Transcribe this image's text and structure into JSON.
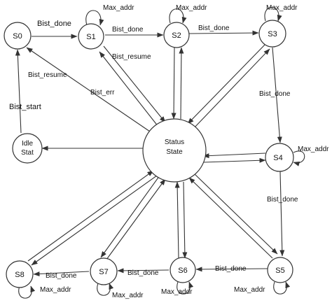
{
  "diagram": {
    "states": {
      "s0": "S0",
      "s1": "S1",
      "s2": "S2",
      "s3": "S3",
      "s4": "S4",
      "s5": "S5",
      "s6": "S6",
      "s7": "S7",
      "s8": "S8",
      "idle_line1": "Idle",
      "idle_line2": "Stat",
      "status_line1": "Status",
      "status_line2": "State"
    },
    "labels": {
      "bist_done": "Bist_done",
      "max_addr": "Max_addr",
      "bist_resume": "Bist_resume",
      "bist_err": "Bist_err",
      "bist_start": "Bist_start"
    }
  }
}
